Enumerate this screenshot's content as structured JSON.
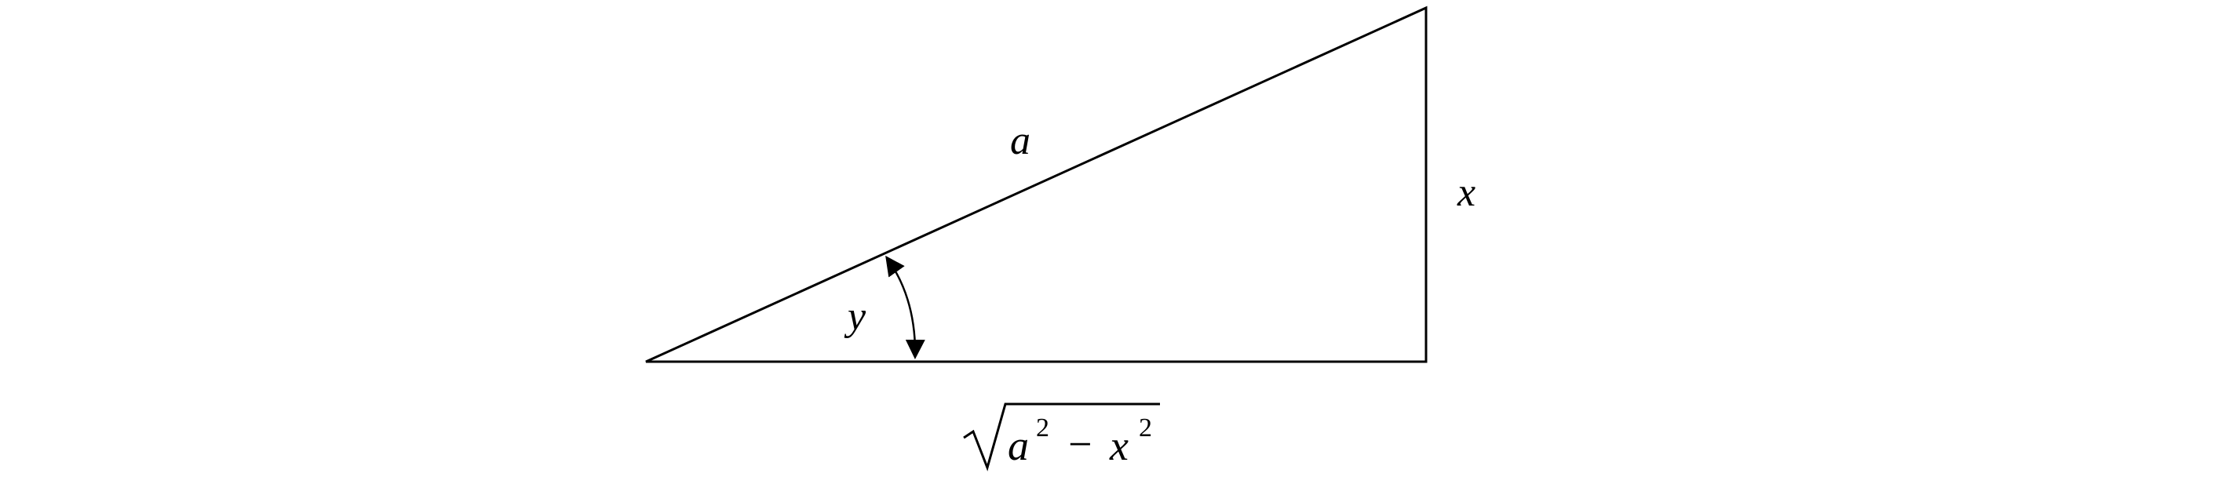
{
  "labels": {
    "hypotenuse": "a",
    "opposite": "x",
    "angle": "y",
    "adjacent": {
      "base_a": "a",
      "exp_a": "2",
      "operator": "−",
      "base_x": "x",
      "exp_x": "2"
    }
  },
  "colors": {
    "stroke": "#000000",
    "background": "#ffffff"
  }
}
